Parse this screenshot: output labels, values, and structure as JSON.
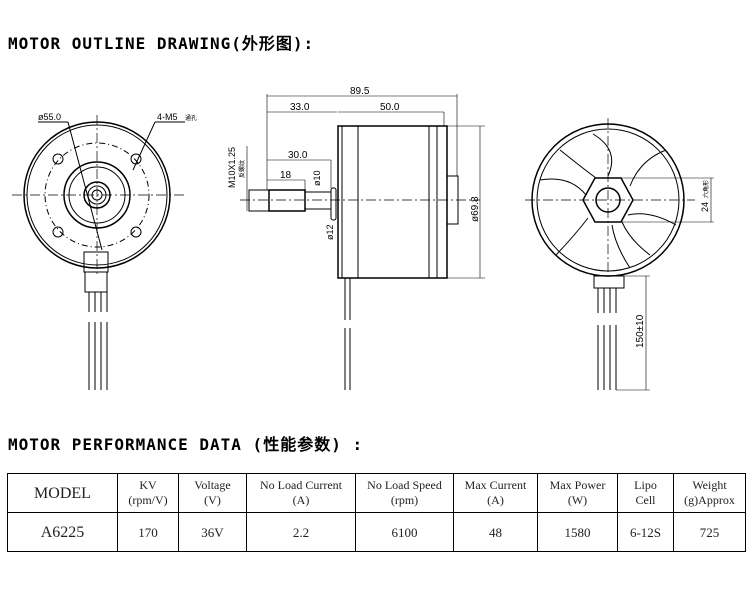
{
  "headings": {
    "outline": "MOTOR OUTLINE DRAWING(外形图):",
    "performance": "MOTOR PERFORMANCE DATA (性能参数) :"
  },
  "drawing": {
    "front": {
      "diameter": "ø55.0",
      "holes": "4-M5",
      "holes_note": "通孔"
    },
    "side": {
      "overall_length": "89.5",
      "front_length": "33.0",
      "body_length": "50.0",
      "shaft_length": "30.0",
      "thread_length": "18",
      "shaft_dia": "ø10",
      "collar_dia": "ø12",
      "body_dia": "ø69.8",
      "thread": "M10X1.25",
      "thread_note": "反螺纹"
    },
    "rear": {
      "hex": "24",
      "hex_note": "六角形",
      "lead_length": "150±10"
    }
  },
  "table": {
    "headers": [
      {
        "l1": "MODEL",
        "l2": ""
      },
      {
        "l1": "KV",
        "l2": "(rpm/V)"
      },
      {
        "l1": "Voltage",
        "l2": "(V)"
      },
      {
        "l1": "No Load Current",
        "l2": "(A)"
      },
      {
        "l1": "No Load Speed",
        "l2": "(rpm)"
      },
      {
        "l1": "Max Current",
        "l2": "(A)"
      },
      {
        "l1": "Max Power",
        "l2": "(W)"
      },
      {
        "l1": "Lipo",
        "l2": "Cell"
      },
      {
        "l1": "Weight",
        "l2": "(g)Approx"
      }
    ],
    "row": [
      "A6225",
      "170",
      "36V",
      "2.2",
      "6100",
      "48",
      "1580",
      "6-12S",
      "725"
    ]
  }
}
